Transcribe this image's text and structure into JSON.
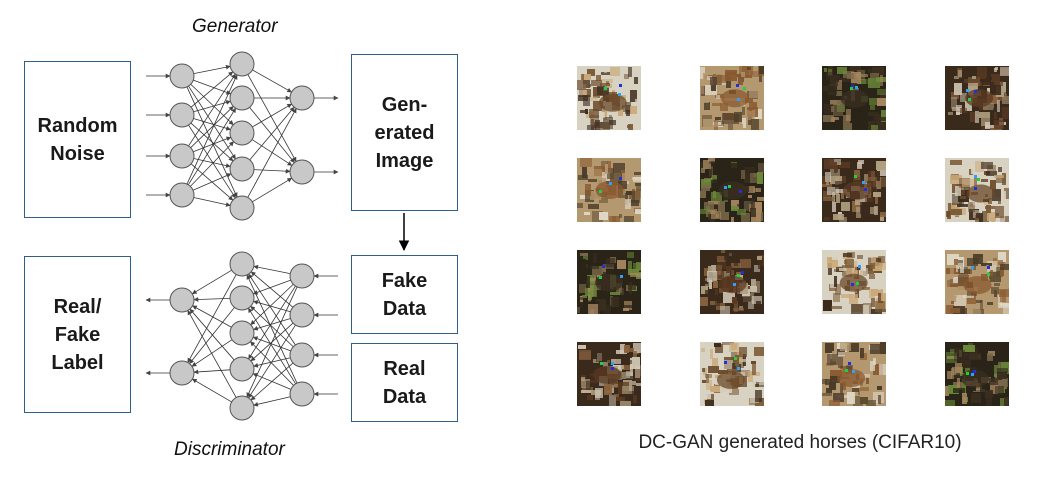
{
  "generator": {
    "title": "Generator",
    "input_box": "Random\nNoise",
    "output_box": "Gen-\nerated\nImage"
  },
  "discriminator": {
    "title": "Discriminator",
    "output_box": "Real/\nFake\nLabel",
    "fake_box": "Fake\nData",
    "real_box": "Real\nData"
  },
  "samples": {
    "caption": "DC-GAN generated horses (CIFAR10)",
    "rows": 4,
    "cols": 4
  },
  "colors": {
    "box_border": "#2e5f8a",
    "node_fill": "#c8c8c8",
    "node_stroke": "#555555"
  }
}
